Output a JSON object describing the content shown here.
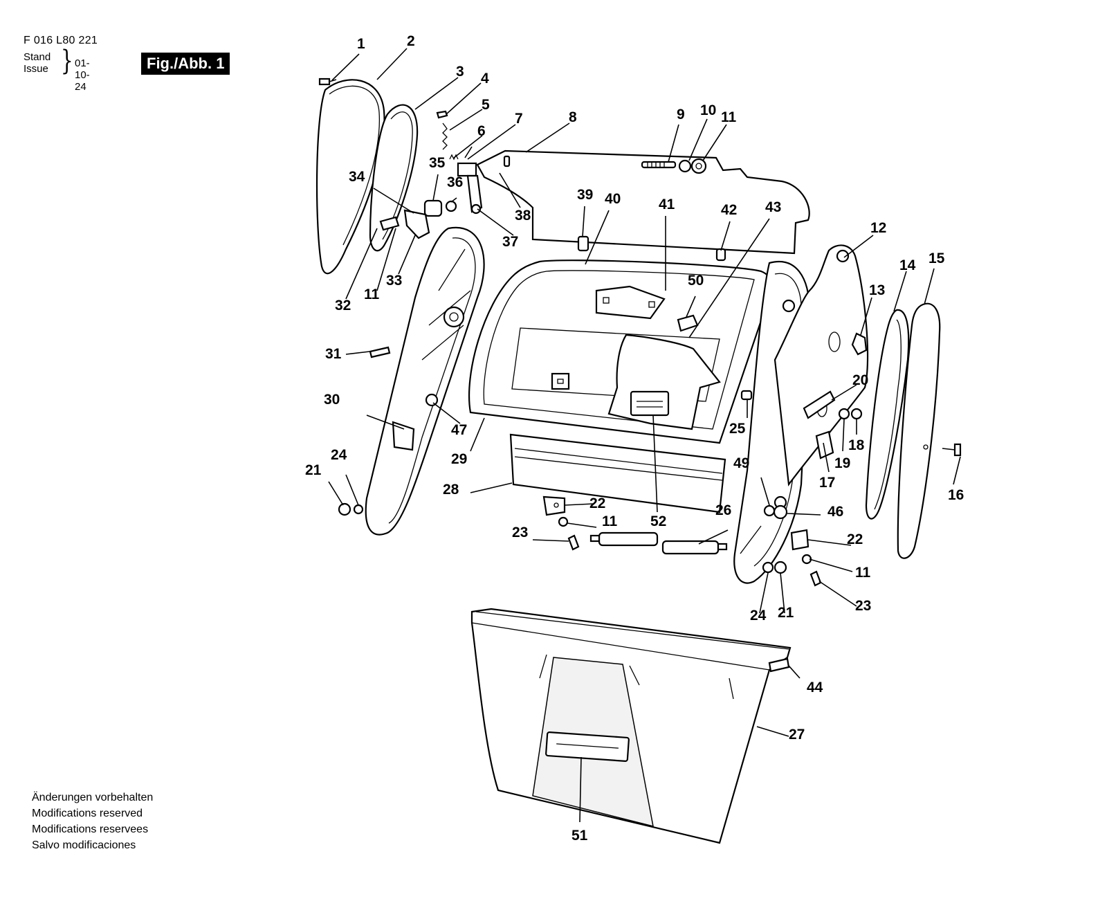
{
  "header": {
    "doc_number": "F 016 L80 221",
    "stand_word": "Stand",
    "issue_word": "Issue",
    "date": "01-10-24",
    "figure_label": "Fig./Abb. 1"
  },
  "footer": {
    "lines": [
      "Änderungen vorbehalten",
      "Modifications reserved",
      "Modifications reservees",
      "Salvo modificaciones"
    ]
  },
  "callouts": {
    "c1": "1",
    "c2": "2",
    "c3": "3",
    "c4": "4",
    "c5": "5",
    "c6": "6",
    "c7": "7",
    "c8": "8",
    "c9": "9",
    "c10": "10",
    "c11a": "11",
    "c11b": "11",
    "c11c": "11",
    "c11d": "11",
    "c12": "12",
    "c13": "13",
    "c14": "14",
    "c15": "15",
    "c16": "16",
    "c17": "17",
    "c18": "18",
    "c19": "19",
    "c20": "20",
    "c21a": "21",
    "c21b": "21",
    "c22a": "22",
    "c22b": "22",
    "c23a": "23",
    "c23b": "23",
    "c24a": "24",
    "c24b": "24",
    "c25": "25",
    "c26": "26",
    "c27": "27",
    "c28": "28",
    "c29": "29",
    "c30": "30",
    "c31": "31",
    "c32": "32",
    "c33": "33",
    "c34": "34",
    "c35": "35",
    "c36": "36",
    "c37": "37",
    "c38": "38",
    "c39": "39",
    "c40": "40",
    "c41": "41",
    "c42": "42",
    "c43": "43",
    "c44": "44",
    "c46": "46",
    "c47": "47",
    "c49": "49",
    "c50": "50",
    "c51": "51",
    "c52": "52"
  }
}
